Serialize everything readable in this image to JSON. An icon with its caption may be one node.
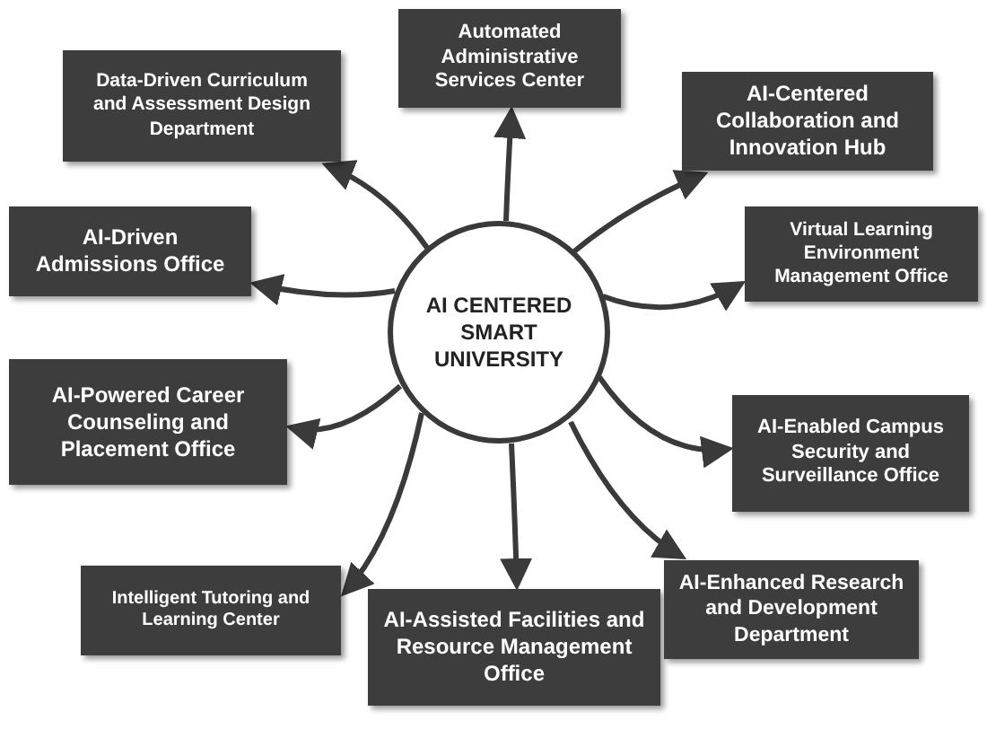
{
  "diagram": {
    "nodes": [
      {
        "text": [
          "AI CENTERED SMART UNIVERSITY"
        ]
      },
      {
        "text": [
          "Automated Administrative Services Center"
        ]
      },
      {
        "text": [
          "Data-Driven Curriculum and Assessment Design Department"
        ]
      },
      {
        "text": [
          "AI-Centered Collaboration and Innovation Hub"
        ]
      },
      {
        "text": [
          "AI-Driven Admissions Office"
        ]
      },
      {
        "text": [
          "Virtual Learning Environment Management Office"
        ]
      },
      {
        "text": [
          "AI-Powered Career Counseling and Placement Office"
        ]
      },
      {
        "text": [
          "AI-Enabled Campus Security and Surveillance Office"
        ]
      },
      {
        "text": [
          "Intelligent Tutoring and Learning Center"
        ]
      },
      {
        "text": [
          "AI-Assisted Facilities and Resource Management Office"
        ]
      },
      {
        "text": [
          "AI-Enhanced Research and Development Department"
        ]
      }
    ],
    "edges": [
      {
        "from": 0,
        "to": 1,
        "arrow": "to"
      },
      {
        "from": 0,
        "to": 2,
        "arrow": "to"
      },
      {
        "from": 0,
        "to": 3,
        "arrow": "to"
      },
      {
        "from": 0,
        "to": 4,
        "arrow": "to"
      },
      {
        "from": 0,
        "to": 5,
        "arrow": "to"
      },
      {
        "from": 0,
        "to": 6,
        "arrow": "to"
      },
      {
        "from": 0,
        "to": 7,
        "arrow": "to"
      },
      {
        "from": 0,
        "to": 8,
        "arrow": "to"
      },
      {
        "from": 0,
        "to": 9,
        "arrow": "to"
      },
      {
        "from": 0,
        "to": 10,
        "arrow": "to"
      }
    ]
  }
}
